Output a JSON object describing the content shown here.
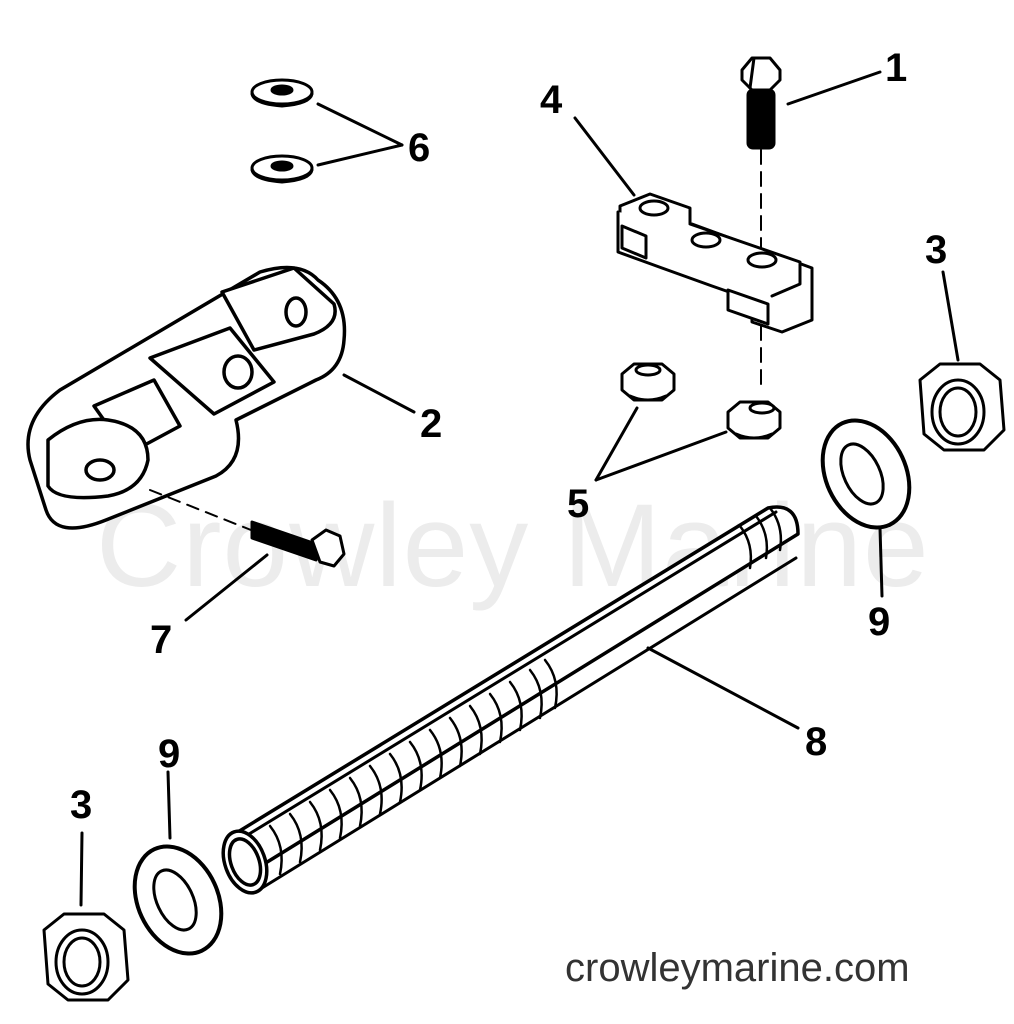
{
  "diagram": {
    "watermark": "Crowley Marine",
    "site_credit": "crowleymarine.com",
    "line_color": "#000000",
    "watermark_color": "#ececec",
    "callouts": [
      {
        "id": "c1",
        "label": "1",
        "part": "bolt"
      },
      {
        "id": "c2",
        "label": "2",
        "part": "bracket housing"
      },
      {
        "id": "c3a",
        "label": "3",
        "part": "nut (right)"
      },
      {
        "id": "c3b",
        "label": "3",
        "part": "nut (left)"
      },
      {
        "id": "c4",
        "label": "4",
        "part": "clamp block"
      },
      {
        "id": "c5",
        "label": "5",
        "part": "nuts"
      },
      {
        "id": "c6",
        "label": "6",
        "part": "washers"
      },
      {
        "id": "c7",
        "label": "7",
        "part": "screw"
      },
      {
        "id": "c8",
        "label": "8",
        "part": "threaded tube"
      },
      {
        "id": "c9a",
        "label": "9",
        "part": "washer (right)"
      },
      {
        "id": "c9b",
        "label": "9",
        "part": "washer (left)"
      }
    ]
  }
}
